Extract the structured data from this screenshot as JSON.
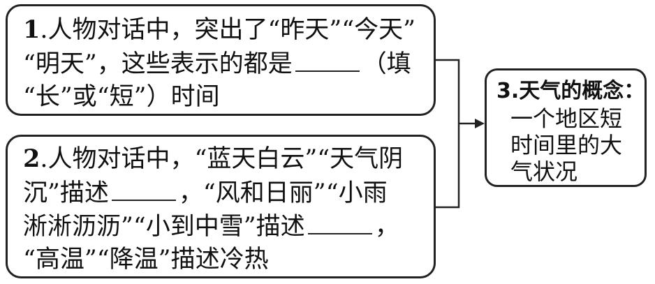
{
  "box1": {
    "number": "1",
    "line1": ".人物对话中，突出了“昨天”“今天”",
    "line2_pre": "“明天”，这些表示的都是",
    "line2_post": "（填",
    "line3": "“长”或“短”）时间"
  },
  "box2": {
    "number": "2",
    "line1": ".人物对话中，“蓝天白云”“天气阴",
    "line2_pre": "沉”描述",
    "line2_post": "，“风和日丽”“小雨",
    "line3_pre": "淅淅沥沥”“小到中雪”描述",
    "line3_post": "，",
    "line4": "“高温”“降温”描述冷热"
  },
  "box3": {
    "title": "3.天气的概念：",
    "line1": "一个地区短",
    "line2": "时间里的大",
    "line3": "气状况"
  },
  "colors": {
    "stroke": "#222222",
    "text": "#111111",
    "background": "#ffffff"
  }
}
